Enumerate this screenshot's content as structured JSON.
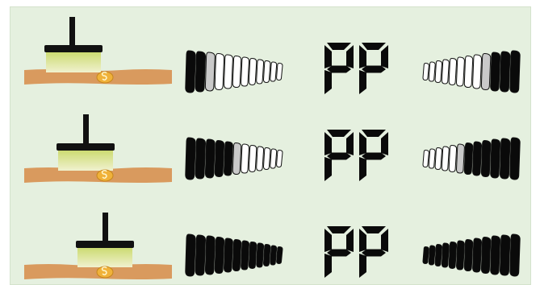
{
  "display": {
    "readout_text": "PP",
    "colors": {
      "panel_bg": "#e5f0df",
      "segment_on": "#0a0a0a",
      "segment_partial": "#c9c9c9",
      "segment_off": "#ffffff",
      "ground": "#d99a5e",
      "coin": "#f0b23a",
      "field_top": "#c9d96a",
      "field_bottom": "#f0f1cf"
    },
    "rows": [
      {
        "name": "coil-high",
        "left_level": 2,
        "left_partial": 1,
        "right_level": 3,
        "right_partial": 1,
        "bars_per_side": 12
      },
      {
        "name": "coil-mid",
        "left_level": 5,
        "left_partial": 1,
        "right_level": 6,
        "right_partial": 1,
        "bars_per_side": 12
      },
      {
        "name": "coil-low",
        "left_level": 12,
        "left_partial": 0,
        "right_level": 12,
        "right_partial": 0,
        "bars_per_side": 12
      }
    ]
  }
}
